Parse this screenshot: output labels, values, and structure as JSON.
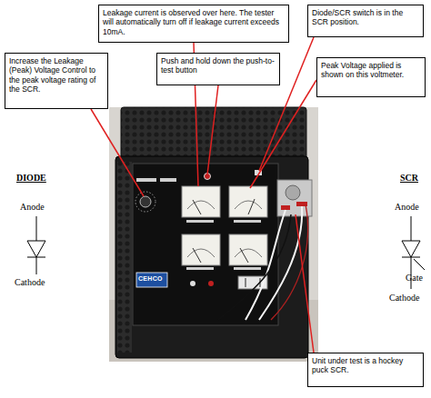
{
  "diagram": {
    "nodes": [
      {
        "text": [
          "Leakage current is observed over here. The tester will automatically turn off if leakage current exceeds 10mA."
        ]
      },
      {
        "text": [
          "Diode/SCR switch is in the SCR position."
        ]
      },
      {
        "text": [
          "Increase the Leakage (Peak) Voltage Control to the peak voltage rating of the SCR."
        ]
      },
      {
        "text": [
          "Push and hold down the push-to-test button"
        ]
      },
      {
        "text": [
          "Peak Voltage applied is shown on this voltmeter."
        ]
      },
      {
        "text": [
          "Unit under test is a hockey puck SCR."
        ]
      }
    ],
    "labels": [
      "DIODE",
      "Anode",
      "Cathode",
      "SCR",
      "Anode",
      "Gate",
      "Cathode",
      "CEHCO"
    ]
  }
}
